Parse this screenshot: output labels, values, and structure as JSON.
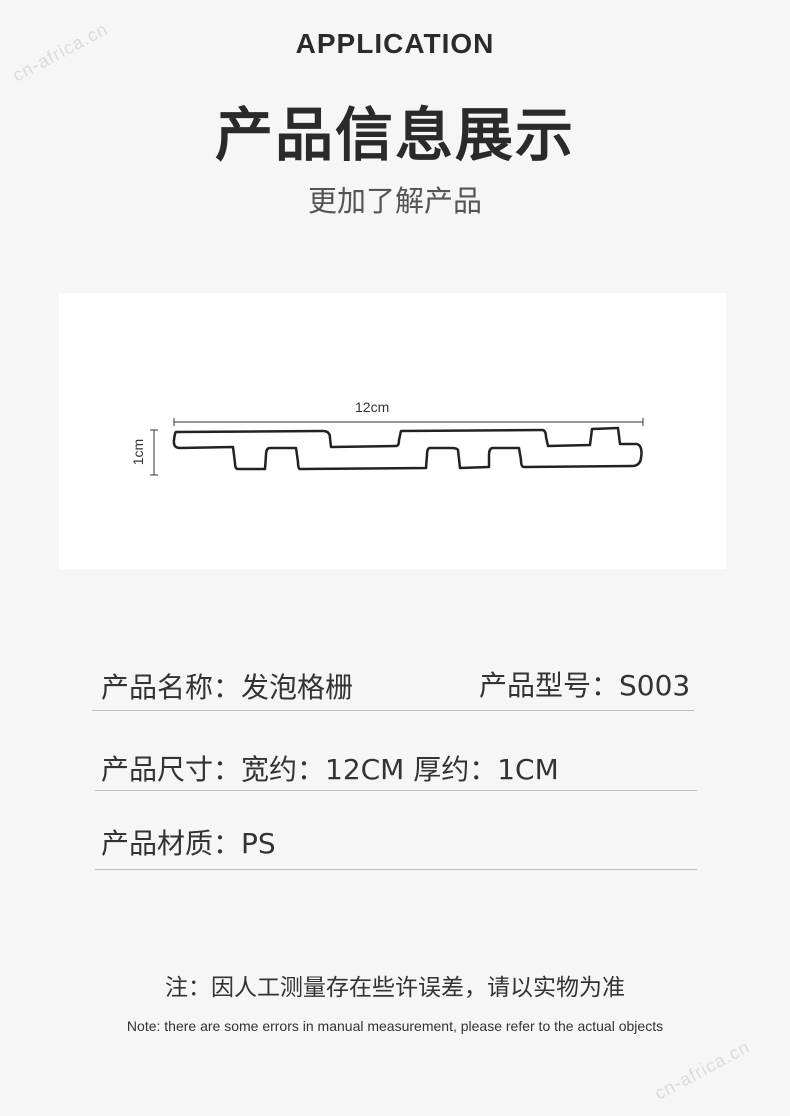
{
  "watermark": "cn-africa.cn",
  "header": {
    "eyebrow": "APPLICATION",
    "title": "产品信息展示",
    "subtitle": "更加了解产品"
  },
  "diagram": {
    "width_label": "12cm",
    "height_label": "1cm"
  },
  "specs": {
    "name": "产品名称：发泡格栅",
    "model": "产品型号：S003",
    "size": "产品尺寸：宽约：12CM 厚约：1CM",
    "material": "产品材质：PS"
  },
  "note": {
    "cn": "注：因人工测量存在些许误差，请以实物为准",
    "en": "Note: there are some errors in manual measurement, please refer to the actual objects"
  },
  "colors": {
    "background": "#f6f6f6",
    "panel": "#ffffff",
    "text": "#333333",
    "rule": "#bdbdbd"
  }
}
